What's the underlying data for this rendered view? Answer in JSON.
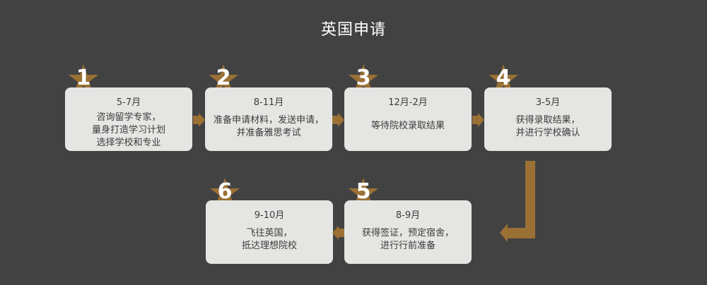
{
  "title": "英国申请",
  "steps": [
    {
      "num": "1",
      "date": "5-7月",
      "lines": [
        "咨询留学专家，",
        "量身打造学习计划",
        "选择学校和专业"
      ]
    },
    {
      "num": "2",
      "date": "8-11月",
      "lines": [
        "准备申请材料，发送申请，",
        "并准备雅思考试"
      ]
    },
    {
      "num": "3",
      "date": "12月-2月",
      "lines": [
        "等待院校录取结果"
      ]
    },
    {
      "num": "4",
      "date": "3-5月",
      "lines": [
        "获得录取结果，",
        "并进行学校确认"
      ]
    },
    {
      "num": "5",
      "date": "8-9月",
      "lines": [
        "获得签证，预定宿舍，",
        "进行行前准备"
      ]
    },
    {
      "num": "6",
      "date": "9-10月",
      "lines": [
        "飞往英国，",
        "抵达理想院校"
      ]
    }
  ],
  "colors": {
    "background": "#434242",
    "accent": "#9a7035",
    "card": "#e5e6e3"
  }
}
